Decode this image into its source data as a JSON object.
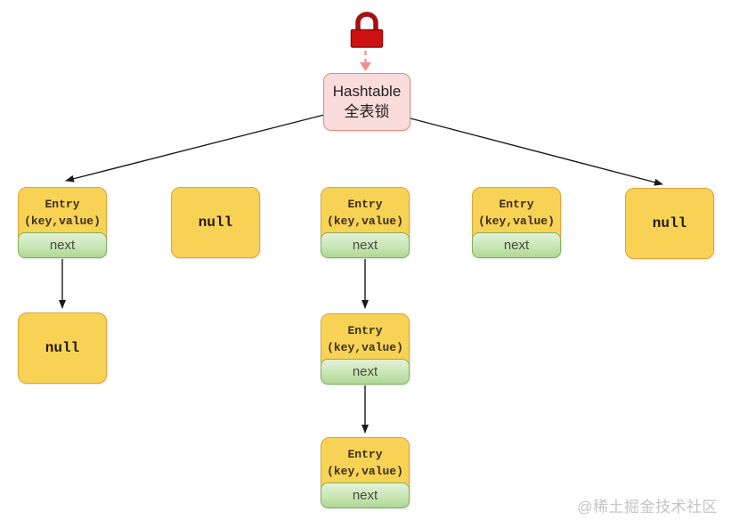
{
  "diagram": {
    "lock_icon": "red-padlock",
    "root": {
      "line1": "Hashtable",
      "line2": "全表锁"
    },
    "buckets": [
      {
        "type": "entry",
        "title": "Entry",
        "subtitle": "(key,value)",
        "next_label": "next"
      },
      {
        "type": "null",
        "label": "null"
      },
      {
        "type": "entry",
        "title": "Entry",
        "subtitle": "(key,value)",
        "next_label": "next"
      },
      {
        "type": "entry",
        "title": "Entry",
        "subtitle": "(key,value)",
        "next_label": "next"
      },
      {
        "type": "null",
        "label": "null"
      }
    ],
    "chain_bucket0": [
      {
        "type": "null",
        "label": "null"
      }
    ],
    "chain_bucket2": [
      {
        "type": "entry",
        "title": "Entry",
        "subtitle": "(key,value)",
        "next_label": "next"
      },
      {
        "type": "entry",
        "title": "Entry",
        "subtitle": "(key,value)",
        "next_label": "next"
      }
    ]
  },
  "colors": {
    "entry_fill": "#F8D254",
    "entry_border": "#D9A63C",
    "next_fill_top": "#E2F1D8",
    "next_fill_bottom": "#AFD795",
    "next_border": "#7FB25D",
    "root_fill": "#FADCDB",
    "root_border": "#DD8E85",
    "lock_body": "#CE1111",
    "lock_shackle": "#A50F0F",
    "arrow": "#1A1A1A",
    "dashed_arrow": "#F0908C",
    "watermark_gray": "#C4C4C4"
  },
  "watermark": "@稀土掘金技术社区"
}
